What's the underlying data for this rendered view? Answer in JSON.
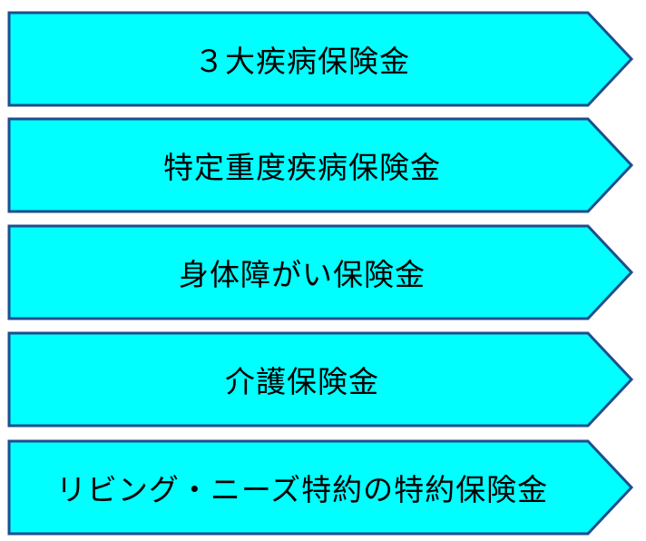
{
  "colors": {
    "fill": "#00ffff",
    "border": "#1f4e8c"
  },
  "steps": [
    {
      "label": "３大疾病保険金"
    },
    {
      "label": "特定重度疾病保険金"
    },
    {
      "label": "身体障がい保険金"
    },
    {
      "label": "介護保険金"
    },
    {
      "label": "リビング・ニーズ特約の特約保険金"
    }
  ]
}
